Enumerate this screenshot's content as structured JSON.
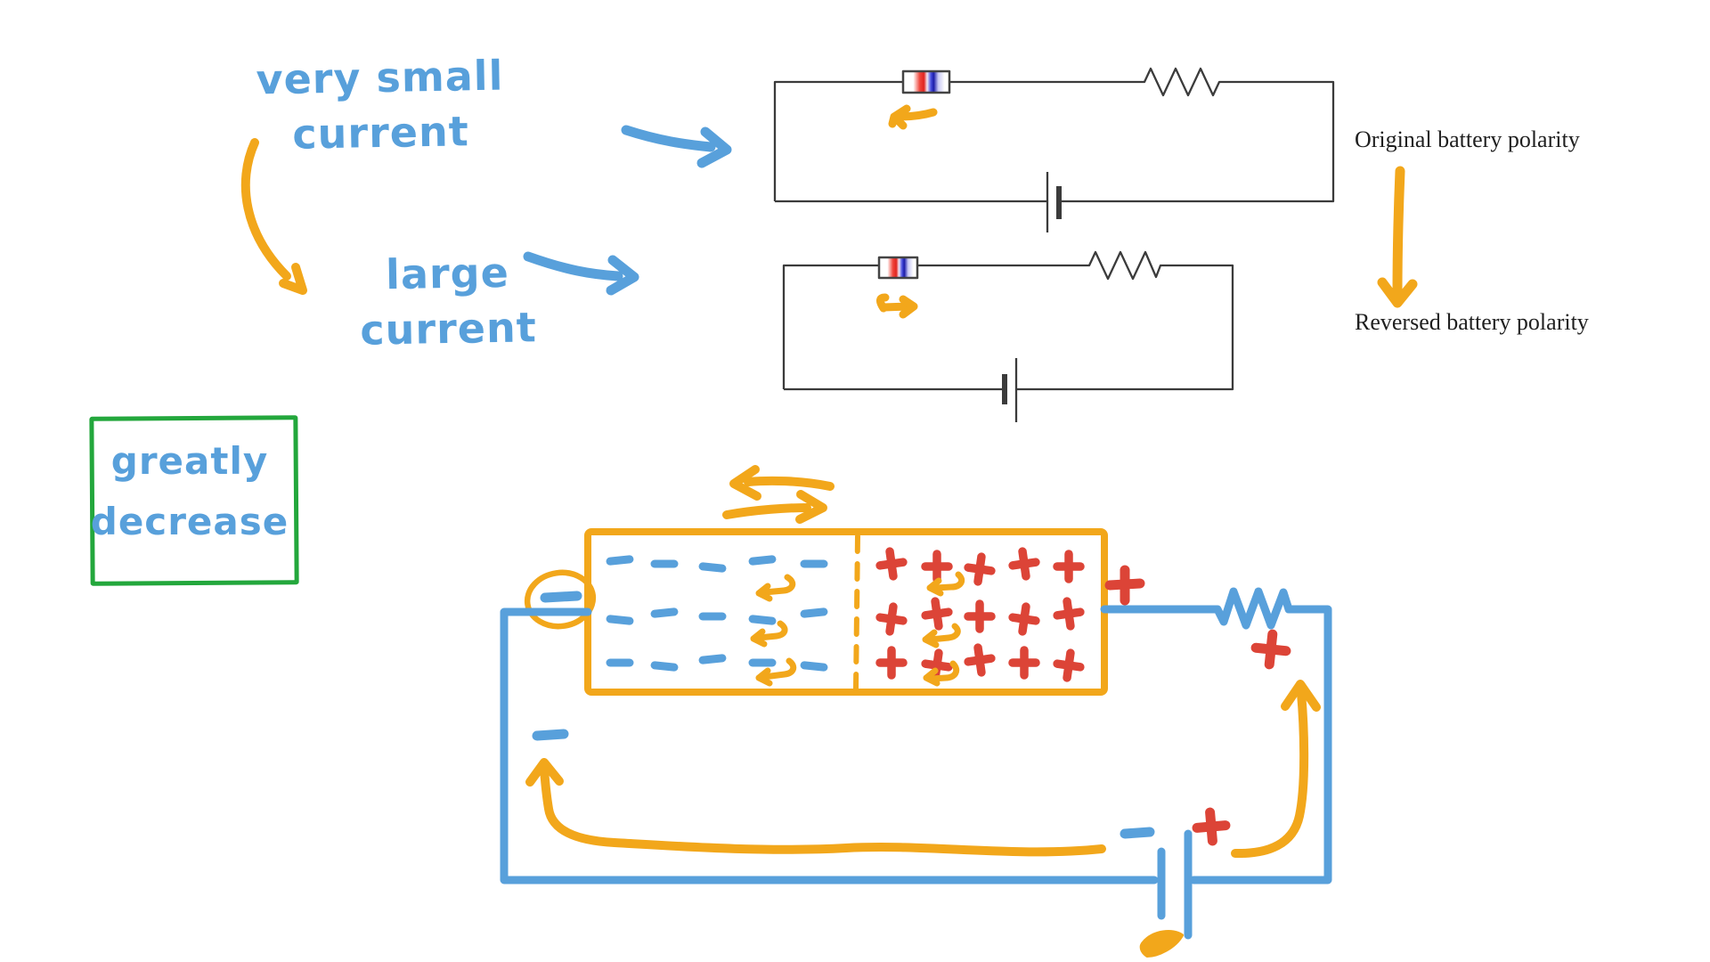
{
  "notes": {
    "very_small_current": "very small\ncurrent",
    "large_current": "large\ncurrent",
    "greatly_decrease": "greatly\ndecrease"
  },
  "circuits": {
    "original": {
      "label": "Original battery polarity"
    },
    "reversed": {
      "label": "Reversed battery polarity"
    }
  },
  "depletion_region": {
    "negative_symbol": "−",
    "positive_symbol": "+",
    "negative_rows": [
      633,
      692,
      744
    ],
    "negative_cols": [
      696,
      746,
      800,
      856,
      914
    ],
    "positive_rows": [
      636,
      692,
      744
    ],
    "positive_cols": [
      1001,
      1052,
      1100,
      1150,
      1200
    ],
    "anode_sign": "−",
    "cathode_sign": "+"
  },
  "battery_terminals": {
    "negative": "−",
    "positive": "+"
  },
  "colors": {
    "hand_blue": "#58A0DB",
    "hand_orange": "#F2A71B",
    "hand_red": "#DC4437",
    "hand_green": "#23A73C",
    "circuit_ink": "#3B3B3B"
  }
}
